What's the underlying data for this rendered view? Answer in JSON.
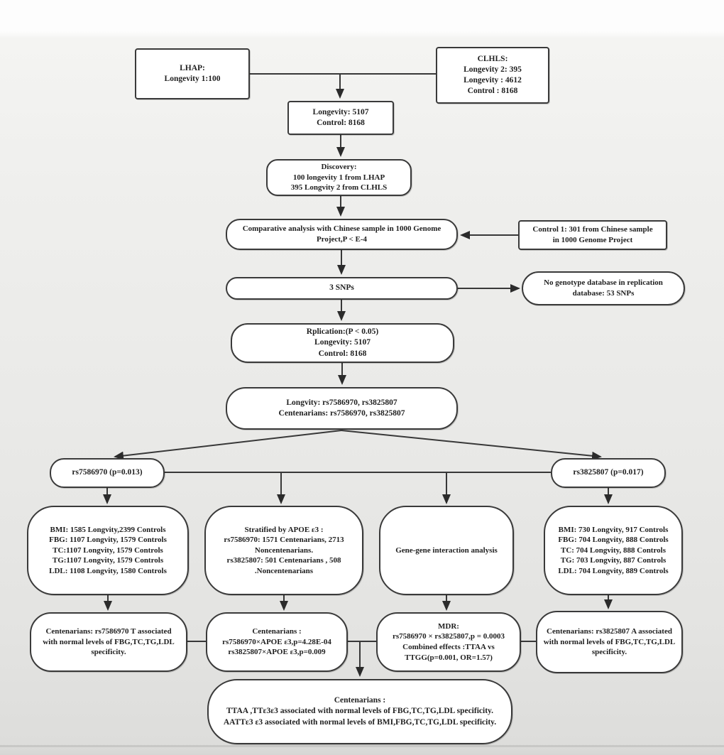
{
  "title": "Longevity SNP study flowchart",
  "colors": {
    "ink": "#1f1f1f",
    "line": "#383838",
    "node_background": "#ffffff",
    "canvas_top": "#fdfdfd",
    "canvas_bottom": "#d6d6d4"
  },
  "nodes": {
    "lhap": {
      "lines": [
        "LHAP:",
        "Longevity 1:100"
      ]
    },
    "clhls": {
      "lines": [
        "CLHLS:",
        "Longevity 2:  395",
        "Longevity :  4612",
        "Control :  8168"
      ]
    },
    "pool": {
      "lines": [
        "Longevity:  5107",
        "Control:  8168"
      ]
    },
    "discovery": {
      "lines": [
        "Discovery:",
        "100 longevity 1 from LHAP",
        "395 Longvity 2 from CLHLS"
      ]
    },
    "comparative": {
      "lines": [
        "Comparative analysis with Chinese sample in 1000 Genome",
        "Project,P < E-4"
      ]
    },
    "control1": {
      "lines": [
        "Control 1:  301 from Chinese sample",
        "in 1000 Genome Project"
      ]
    },
    "snps3": {
      "lines": [
        "3 SNPs"
      ]
    },
    "nogenotype": {
      "lines": [
        "No genotype  database in replication",
        "database:  53 SNPs"
      ]
    },
    "replication": {
      "lines": [
        "Rplication:(P < 0.05)",
        "Longevity:  5107",
        "Control:  8168"
      ]
    },
    "longvity": {
      "lines": [
        "Longvity: rs7586970, rs3825807",
        "Centenarians: rs7586970, rs3825807"
      ]
    },
    "rs7586970": {
      "lines": [
        "rs7586970  (p=0.013)"
      ]
    },
    "rs3825807": {
      "lines": [
        "rs3825807  (p=0.017)"
      ]
    },
    "pheno_left": {
      "lines": [
        "BMI: 1585 Longvity,2399 Controls",
        "FBG: 1107 Longvity,  1579 Controls",
        "TC:1107 Longvity,  1579 Controls",
        "TG:1107 Longvity,  1579 Controls",
        "LDL: 1108 Longvity,  1580 Controls"
      ]
    },
    "stratified": {
      "lines": [
        "Stratified by APOE ε3 :",
        "rs7586970: 1571 Centenarians,  2713",
        "Noncentenarians.",
        "rs3825807: 501 Centenarians ,  508",
        ".Noncentenarians"
      ]
    },
    "genegene": {
      "lines": [
        "Gene-gene interaction analysis"
      ]
    },
    "pheno_right": {
      "lines": [
        "BMI: 730 Longvity,  917 Controls",
        "FBG: 704 Longvity,  888 Controls",
        "TC: 704 Longvity,  888 Controls",
        "TG: 703 Longvity,  887 Controls",
        "LDL: 704 Longvity,  889 Controls"
      ]
    },
    "res_left": {
      "lines": [
        "Centenarians: rs7586970 T associated",
        "with normal levels of FBG,TC,TG,LDL",
        "specificity."
      ]
    },
    "res_apoe": {
      "lines": [
        "Centenarians :",
        "rs7586970×APOE ε3,p=4.28E-04",
        "rs3825807×APOE ε3,p=0.009"
      ]
    },
    "res_mdr": {
      "lines": [
        "MDR:",
        "rs7586970 × rs3825807,p = 0.0003",
        "Combined effects :TTAA vs",
        "TTGG(p=0.001,  OR=1.57)"
      ]
    },
    "res_right": {
      "lines": [
        "Centenarians: rs3825807 A  associated",
        "with normal levels of FBG,TC,TG,LDL",
        "specificity."
      ]
    },
    "final": {
      "lines": [
        "Centenarians :",
        "TTAA ,TTε3ε3 associated with normal levels of FBG,TC,TG,LDL specificity.",
        "AATTε3 ε3 associated with normal levels of BMI,FBG,TC,TG,LDL specificity."
      ]
    }
  }
}
